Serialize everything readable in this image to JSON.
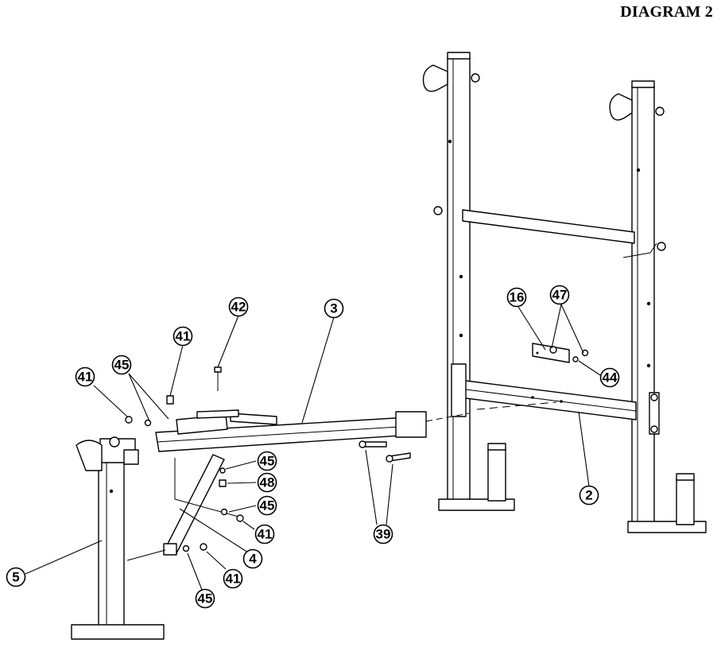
{
  "title": "DIAGRAM 2",
  "callouts": [
    {
      "id": "c42",
      "label": "42"
    },
    {
      "id": "c3",
      "label": "3"
    },
    {
      "id": "c41a",
      "label": "41"
    },
    {
      "id": "c41b",
      "label": "41"
    },
    {
      "id": "c45a",
      "label": "45"
    },
    {
      "id": "c16",
      "label": "16"
    },
    {
      "id": "c47",
      "label": "47"
    },
    {
      "id": "c44",
      "label": "44"
    },
    {
      "id": "c2",
      "label": "2"
    },
    {
      "id": "c45b",
      "label": "45"
    },
    {
      "id": "c48",
      "label": "48"
    },
    {
      "id": "c45c",
      "label": "45"
    },
    {
      "id": "c41c",
      "label": "41"
    },
    {
      "id": "c39",
      "label": "39"
    },
    {
      "id": "c4",
      "label": "4"
    },
    {
      "id": "c5",
      "label": "5"
    },
    {
      "id": "c41d",
      "label": "41"
    },
    {
      "id": "c45d",
      "label": "45"
    }
  ]
}
